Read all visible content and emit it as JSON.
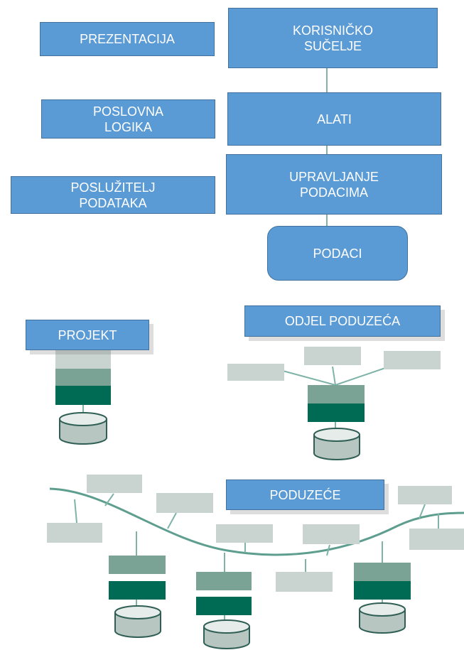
{
  "layers": {
    "labels": {
      "presentation": "PREZENTACIJA",
      "business_logic": "POSLOVNA\nLOGIKA",
      "data_server": "POSLUŽITELJ\nPODATAKA"
    },
    "stack": {
      "user_interface": "KORISNIČKO\nSUČELJE",
      "tools": "ALATI",
      "data_management": "UPRAVLJANJE\nPODACIMA",
      "data": "PODACI"
    }
  },
  "scenarios": {
    "project": "PROJEKT",
    "department": "ODJEL PODUZEĆA",
    "enterprise": "PODUZEĆE"
  },
  "colors": {
    "box_blue": "#5b9bd5",
    "box_border": "#41719c",
    "connector": "#7fb3a8",
    "dark_green": "#006b55",
    "mid_green": "#7aa396",
    "light_gray": "#c9d3d0"
  }
}
